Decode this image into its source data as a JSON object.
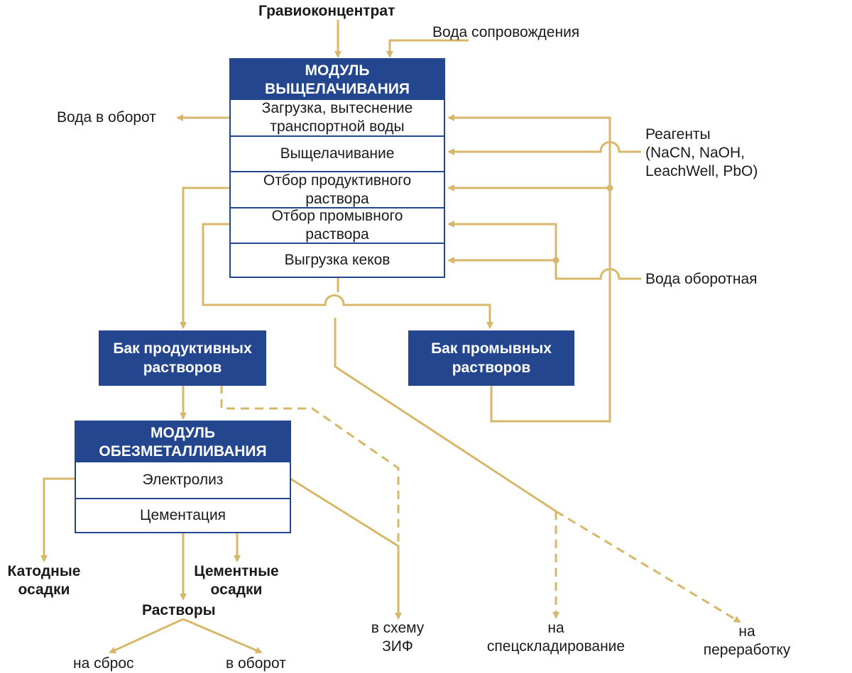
{
  "inputs": {
    "concentrate": "Гравиоконцентрат",
    "water_accompanying": "Вода сопровождения",
    "water_out": "Вода в оборот",
    "reagents": "Реагенты\n(NaCN, NaOH,\nLeachWell, PbO)",
    "water_recycled": "Вода оборотная"
  },
  "leaching_module": {
    "title": "МОДУЛЬ\nВЫЩЕЛАЧИВАНИЯ",
    "steps": [
      "Загрузка, вытеснение\nтранспортной воды",
      "Выщелачивание",
      "Отбор продуктивного\nраствора",
      "Отбор промывного\nраствора",
      "Выгрузка кеков"
    ]
  },
  "tanks": {
    "productive": "Бак продуктивных\nрастворов",
    "wash": "Бак промывных\nрастворов"
  },
  "demetal_module": {
    "title": "МОДУЛЬ\nОБЕЗМЕТАЛЛИВАНИЯ",
    "steps": [
      "Электролиз",
      "Цементация"
    ]
  },
  "outputs": {
    "cathode": "Катодные\nосадки",
    "cement": "Цементные\nосадки",
    "solutions": "Растворы",
    "discharge": "на сброс",
    "recycle": "в оборот",
    "zif": "в схему\nЗИФ",
    "storage": "на\nспецскладирование",
    "processing": "на\nпереработку"
  },
  "colors": {
    "line": "#d7b76a",
    "box": "#23468f"
  }
}
